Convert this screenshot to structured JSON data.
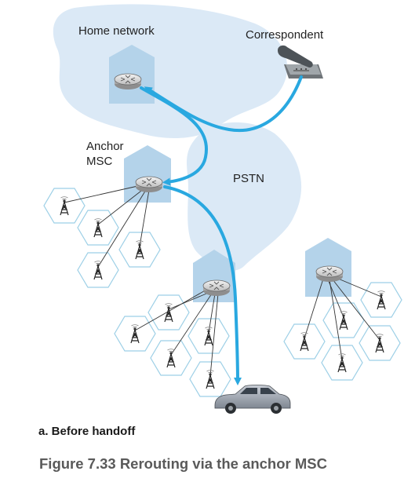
{
  "diagram": {
    "labels": {
      "home_network": "Home network",
      "correspondent": "Correspondent",
      "anchor_line1": "Anchor",
      "anchor_line2": "MSC",
      "pstn": "PSTN"
    },
    "subfigure_label": "a. Before handoff",
    "caption": "Figure 7.33 Rerouting via the anchor MSC"
  },
  "colors": {
    "cloud": "#dbe9f6",
    "building": "#b4d3ea",
    "arrow": "#29a8e0",
    "hexagon": "#9ccfe6",
    "line": "#333333",
    "caption_text": "#5a5a5a"
  },
  "icons": [
    "router-icon",
    "telephone-icon",
    "cell-tower-icon",
    "car-icon",
    "building-icon"
  ]
}
